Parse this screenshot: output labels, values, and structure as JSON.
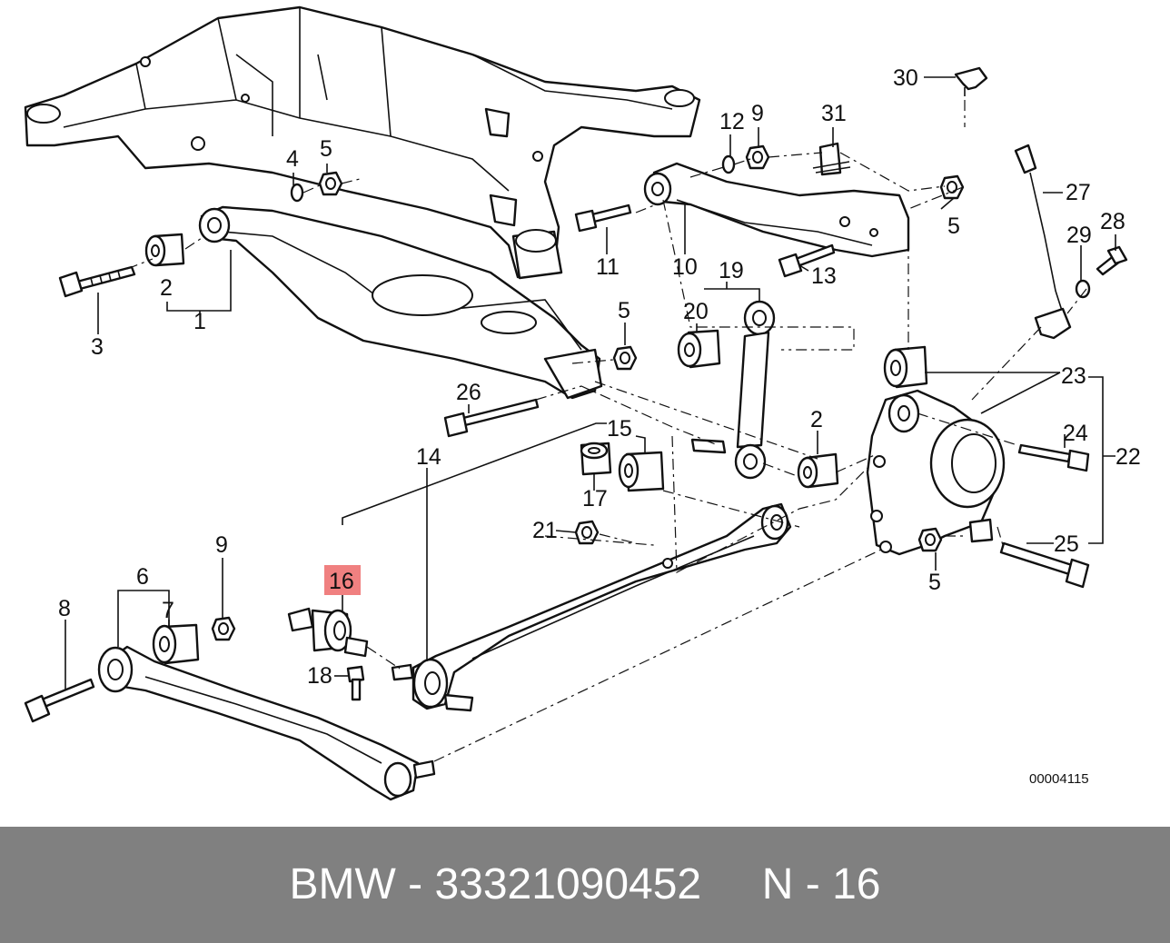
{
  "diagram": {
    "callouts": {
      "c1": "1",
      "c2a": "2",
      "c2b": "2",
      "c3": "3",
      "c4": "4",
      "c5a": "5",
      "c5b": "5",
      "c5c": "5",
      "c5d": "5",
      "c6": "6",
      "c7": "7",
      "c8": "8",
      "c9a": "9",
      "c9b": "9",
      "c10": "10",
      "c11": "11",
      "c12": "12",
      "c13": "13",
      "c14": "14",
      "c15": "15",
      "c16": "16",
      "c17": "17",
      "c18": "18",
      "c19": "19",
      "c20": "20",
      "c21": "21",
      "c22": "22",
      "c23": "23",
      "c24": "24",
      "c25": "25",
      "c26": "26",
      "c27": "27",
      "c28": "28",
      "c29": "29",
      "c30": "30",
      "c31": "31"
    },
    "highlighted_callout": "16",
    "highlight_color": "#f08080",
    "diagram_code": "00004115"
  },
  "footer": {
    "text": "BMW - 33321090452     N - 16",
    "background": "#808080",
    "text_color": "#ffffff"
  }
}
